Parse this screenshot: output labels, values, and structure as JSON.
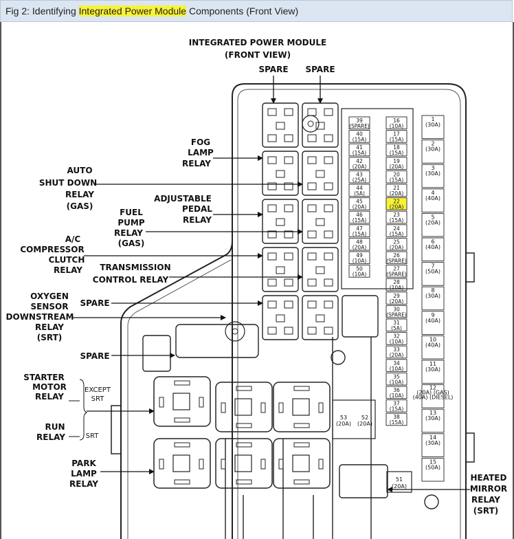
{
  "caption": {
    "prefix": "Fig 2: Identifying ",
    "highlight": "Integrated Power Module",
    "suffix": " Components (Front View)"
  },
  "diagram": {
    "title_line1": "INTEGRATED POWER MODULE",
    "title_line2": "(FRONT VIEW)",
    "highlight_color": "#f8f23a",
    "labels": {
      "spare_top_left": "SPARE",
      "spare_top_right": "SPARE",
      "fog_lamp_relay": [
        "FOG",
        "LAMP",
        "RELAY"
      ],
      "auto_shut_down_relay": [
        "AUTO",
        "SHUT DOWN",
        "RELAY",
        "(GAS)"
      ],
      "adjustable_pedal_relay": [
        "ADJUSTABLE",
        "PEDAL",
        "RELAY"
      ],
      "fuel_pump_relay": [
        "FUEL",
        "PUMP",
        "RELAY",
        "(GAS)"
      ],
      "ac_compressor_clutch_relay": [
        "A/C",
        "COMPRESSOR",
        "CLUTCH",
        "RELAY"
      ],
      "transmission_control_relay": [
        "TRANSMISSION",
        "CONTROL RELAY"
      ],
      "oxygen_sensor_relay": [
        "OXYGEN",
        "SENSOR",
        "DOWNSTREAM",
        "RELAY",
        "(SRT)"
      ],
      "spare_mid": "SPARE",
      "spare_left": "SPARE",
      "starter_motor_relay": [
        "STARTER",
        "MOTOR",
        "RELAY"
      ],
      "except_srt": [
        "EXCEPT",
        "SRT"
      ],
      "run_relay": [
        "RUN",
        "RELAY"
      ],
      "srt": "SRT",
      "park_lamp_relay": [
        "PARK",
        "LAMP",
        "RELAY"
      ],
      "heated_mirror_relay": [
        "HEATED",
        "MIRROR",
        "RELAY",
        "(SRT)"
      ]
    },
    "fuses_col_a": [
      [
        "39",
        "(SPARE)"
      ],
      [
        "40",
        "(15A)"
      ],
      [
        "41",
        "(15A)"
      ],
      [
        "42",
        "(20A)"
      ],
      [
        "43",
        "(25A)"
      ],
      [
        "44",
        "(5A)"
      ],
      [
        "45",
        "(20A)"
      ],
      [
        "46",
        "(15A)"
      ],
      [
        "47",
        "(15A)"
      ],
      [
        "48",
        "(20A)"
      ],
      [
        "49",
        "(10A)"
      ],
      [
        "50",
        "(10A)"
      ]
    ],
    "fuses_col_b": [
      [
        "16",
        "(10A)"
      ],
      [
        "17",
        "(15A)"
      ],
      [
        "18",
        "(15A)"
      ],
      [
        "19",
        "(20A)"
      ],
      [
        "20",
        "(15A)"
      ],
      [
        "21",
        "(20A)"
      ],
      [
        "22",
        "(20A)"
      ],
      [
        "23",
        "(15A)"
      ],
      [
        "24",
        "(15A)"
      ],
      [
        "25",
        "(20A)"
      ],
      [
        "26",
        "(SPARE)"
      ],
      [
        "27",
        "(SPARE)"
      ],
      [
        "28",
        "(10A)"
      ],
      [
        "29",
        "(20A)"
      ],
      [
        "30",
        "(SPARE)"
      ],
      [
        "31",
        "(5A)"
      ],
      [
        "32",
        "(10A)"
      ],
      [
        "33",
        "(20A)"
      ],
      [
        "34",
        "(10A)"
      ],
      [
        "35",
        "(10A)"
      ],
      [
        "36",
        "(10A)"
      ],
      [
        "37",
        "(15A)"
      ],
      [
        "38",
        "(15A)"
      ]
    ],
    "highlighted_fuse": "22",
    "fuses_col_c": [
      [
        "1",
        "(30A)"
      ],
      [
        "2",
        "(30A)"
      ],
      [
        "3",
        "(30A)"
      ],
      [
        "4",
        "(40A)"
      ],
      [
        "5",
        "(20A)"
      ],
      [
        "6",
        "(40A)"
      ],
      [
        "7",
        "(50A)"
      ],
      [
        "8",
        "(30A)"
      ],
      [
        "9",
        "(40A)"
      ],
      [
        "10",
        "(40A)"
      ],
      [
        "11",
        "(30A)"
      ],
      [
        "12",
        "(20A) (GAS)",
        "(40A) (DIESEL)"
      ],
      [
        "13",
        "(30A)"
      ],
      [
        "14",
        "(30A)"
      ],
      [
        "15",
        "(50A)"
      ]
    ],
    "fuses_bottom": [
      [
        "53",
        "(20A)"
      ],
      [
        "52",
        "(20A)"
      ]
    ],
    "fuse_51": [
      "51",
      "(20A)"
    ]
  }
}
